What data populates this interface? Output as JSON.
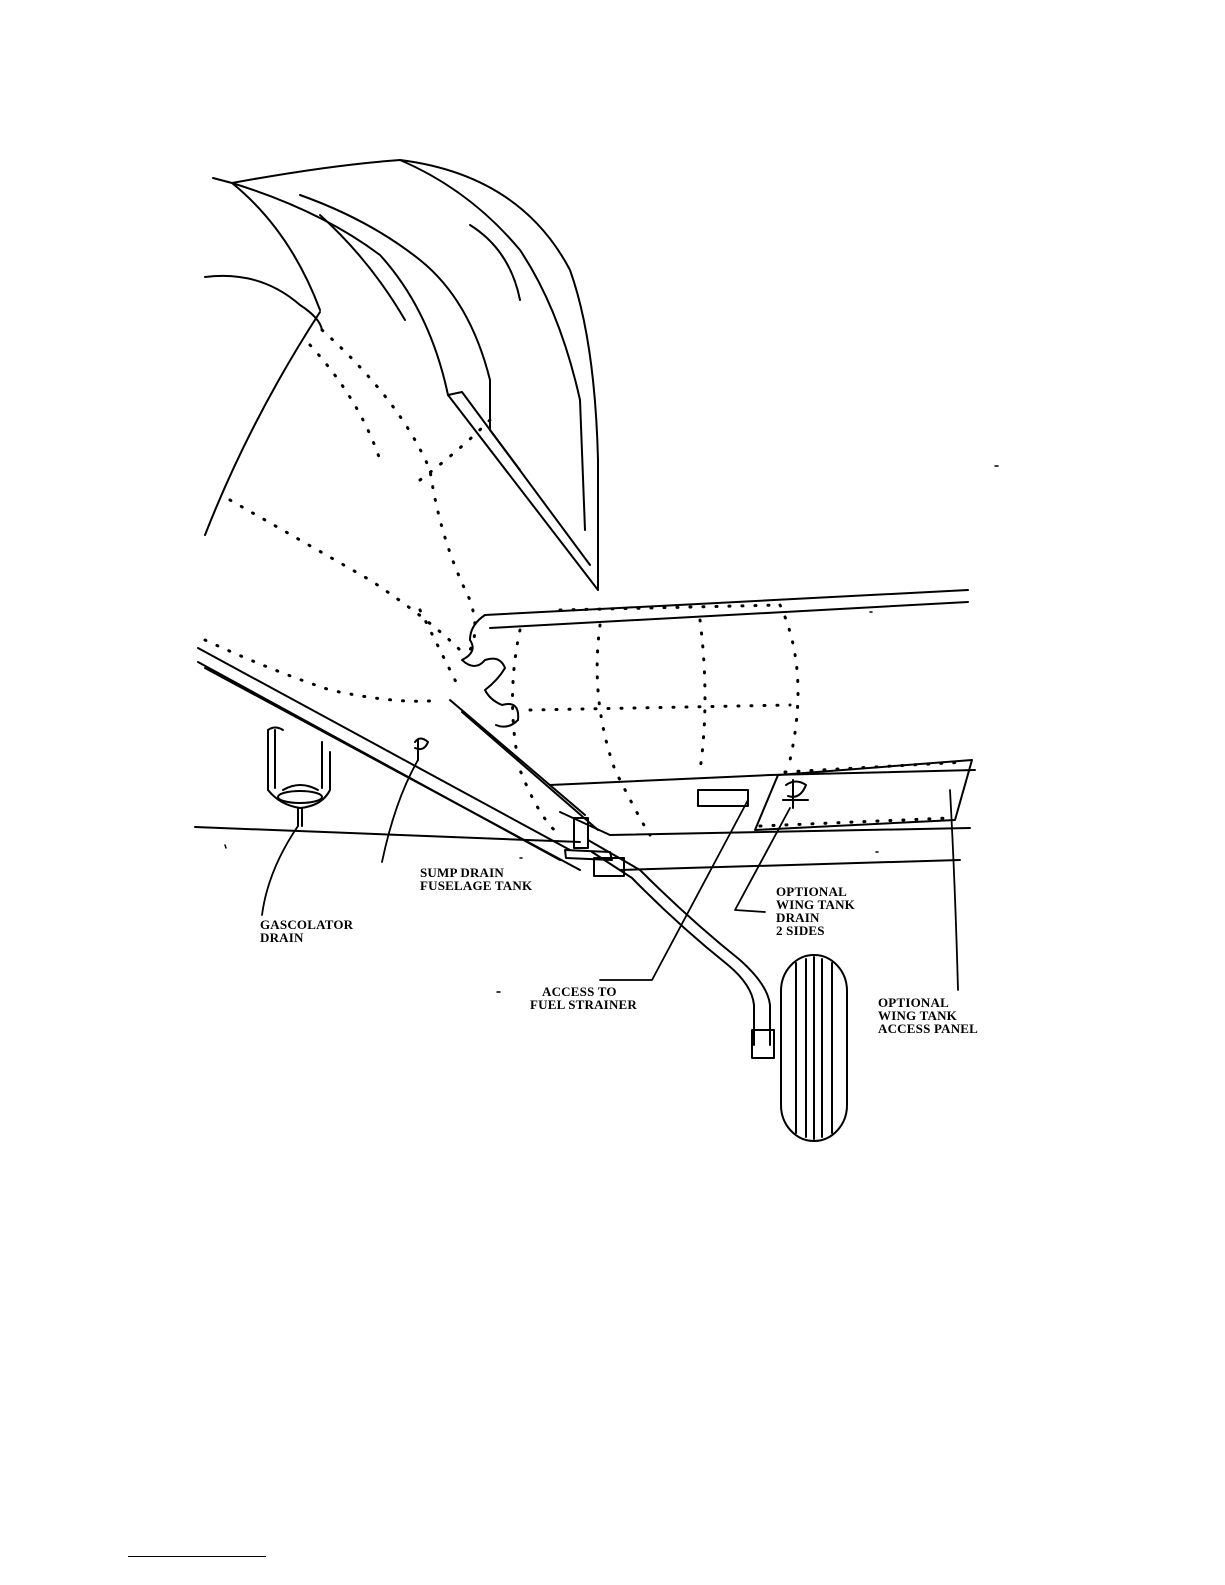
{
  "labels": {
    "sump_drain": [
      "SUMP DRAIN",
      "FUSELAGE TANK"
    ],
    "gascolator_drain": [
      "GASCOLATOR",
      "DRAIN"
    ],
    "access_fuel_strainer": [
      "ACCESS TO",
      "FUEL STRAINER"
    ],
    "optional_wing_tank_drain": [
      "OPTIONAL",
      "WING TANK",
      "DRAIN",
      "2 SIDES"
    ],
    "optional_wing_tank_access_panel": [
      "OPTIONAL",
      "WING TANK",
      "ACCESS PANEL"
    ]
  },
  "colors": {
    "ink": "#000000",
    "paper": "#ffffff"
  }
}
